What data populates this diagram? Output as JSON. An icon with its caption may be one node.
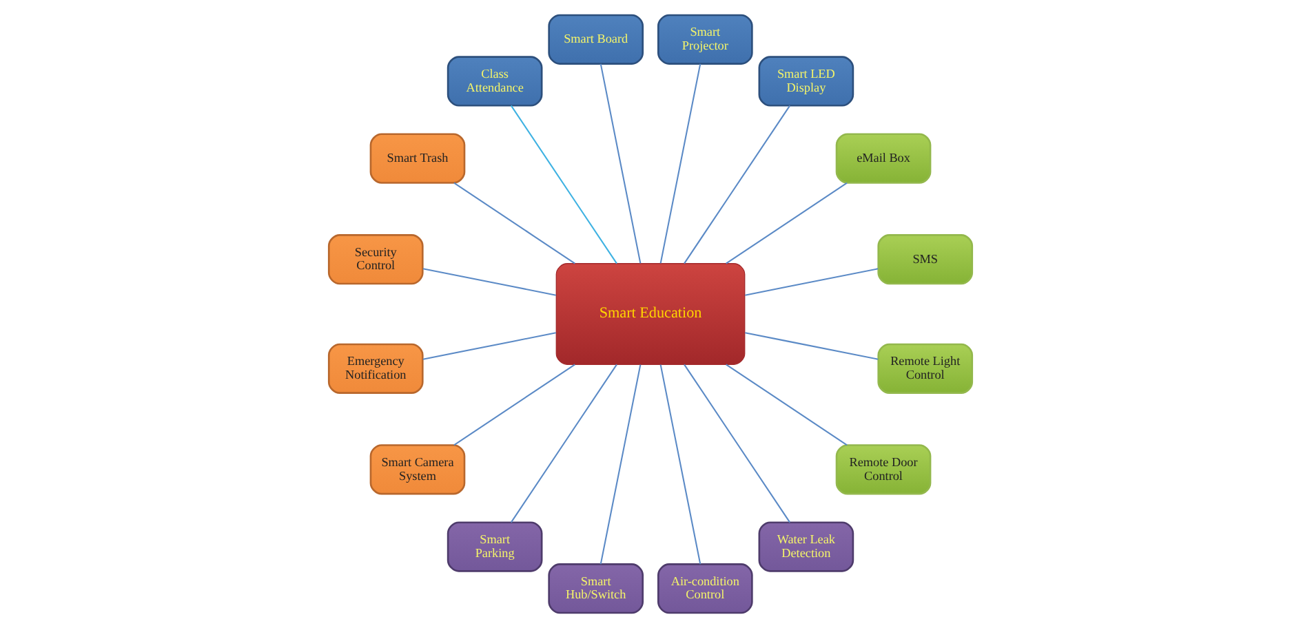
{
  "diagram": {
    "nodes": [
      {
        "text": [
          "Class Attendance"
        ]
      },
      {
        "text": [
          "Smart Board"
        ]
      },
      {
        "text": [
          "Smart Projector"
        ]
      },
      {
        "text": [
          "Smart LED Display"
        ]
      },
      {
        "text": [
          "Smart Trash"
        ]
      },
      {
        "text": [
          "eMail Box"
        ]
      },
      {
        "text": [
          "Security Control"
        ]
      },
      {
        "text": [
          "SMS"
        ]
      },
      {
        "text": [
          "Smart Education"
        ]
      },
      {
        "text": [
          "Emergency Notification"
        ]
      },
      {
        "text": [
          "Remote Light Control"
        ]
      },
      {
        "text": [
          "Smart Camera System"
        ]
      },
      {
        "text": [
          "Remote Door Control"
        ]
      },
      {
        "text": [
          "Smart Parking"
        ]
      },
      {
        "text": [
          "Smart Hub/Switch"
        ]
      },
      {
        "text": [
          "Air-condition Control"
        ]
      },
      {
        "text": [
          "Water Leak Detection"
        ]
      }
    ],
    "edges": [
      {
        "from": 8,
        "to": 0,
        "arrow": "none",
        "color": "#3fb2e2"
      },
      {
        "from": 8,
        "to": 1,
        "arrow": "none"
      },
      {
        "from": 8,
        "to": 2,
        "arrow": "none"
      },
      {
        "from": 8,
        "to": 3,
        "arrow": "none"
      },
      {
        "from": 8,
        "to": 5,
        "arrow": "none"
      },
      {
        "from": 8,
        "to": 7,
        "arrow": "none"
      },
      {
        "from": 8,
        "to": 10,
        "arrow": "none"
      },
      {
        "from": 8,
        "to": 12,
        "arrow": "none"
      },
      {
        "from": 8,
        "to": 16,
        "arrow": "none"
      },
      {
        "from": 8,
        "to": 15,
        "arrow": "none"
      },
      {
        "from": 8,
        "to": 14,
        "arrow": "none"
      },
      {
        "from": 8,
        "to": 13,
        "arrow": "none"
      },
      {
        "from": 8,
        "to": 11,
        "arrow": "none"
      },
      {
        "from": 8,
        "to": 9,
        "arrow": "none"
      },
      {
        "from": 8,
        "to": 6,
        "arrow": "none"
      },
      {
        "from": 8,
        "to": 4,
        "arrow": "none"
      }
    ]
  }
}
